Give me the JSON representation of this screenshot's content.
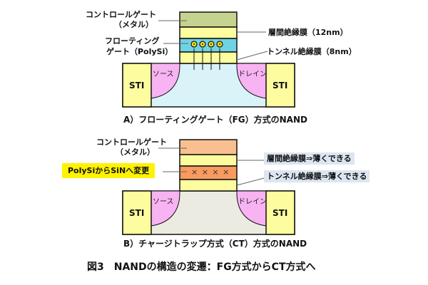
{
  "panel_a": {
    "control_gate_label_1": "コントロールゲート",
    "control_gate_label_2": "（メタル）",
    "floating_gate_label_1": "フローティング",
    "floating_gate_label_2": "ゲート（PolySi）",
    "interpoly_label": "層間絶縁膜（12nm）",
    "tunnel_label": "トンネル絶縁膜（8nm）",
    "source_label": "ソース",
    "drain_label": "ドレイン",
    "sti_left": "STI",
    "sti_right": "STI",
    "caption": "A）フローティングゲート（FG）方式のNAND",
    "colors": {
      "control_gate": "#c4d48e",
      "insulator": "#fdfc9e",
      "floating_gate": "#6fd3e4",
      "substrate": "#d9f3f9",
      "source_drain": "#f7b3f2",
      "sti": "#fdfc9e",
      "electron": "#f4e21c"
    }
  },
  "panel_b": {
    "control_gate_label_1": "コントロールゲート",
    "control_gate_label_2": "（メタル）",
    "change_label": "PolySiからSiNへ変更",
    "interpoly_label": "層間絶縁膜⇒薄くできる",
    "tunnel_label": "トンネル絶縁膜⇒薄くできる",
    "trap_marks": "× × × ×",
    "source_label": "ソース",
    "drain_label": "ドレイン",
    "sti_left": "STI",
    "sti_right": "STI",
    "caption": "B）チャージトラップ方式（CT）方式のNAND",
    "colors": {
      "control_gate": "#f9bf8f",
      "insulator": "#fdfc9e",
      "trap_layer": "#f99a5f",
      "substrate": "#ecebe2",
      "source_drain": "#f7b3f2",
      "sti": "#fdfc9e",
      "highlight": "#fff200",
      "note_bg": "#dce6f2"
    }
  },
  "figure_title": "図3　NANDの構造の変遷：FG方式からCT方式へ"
}
